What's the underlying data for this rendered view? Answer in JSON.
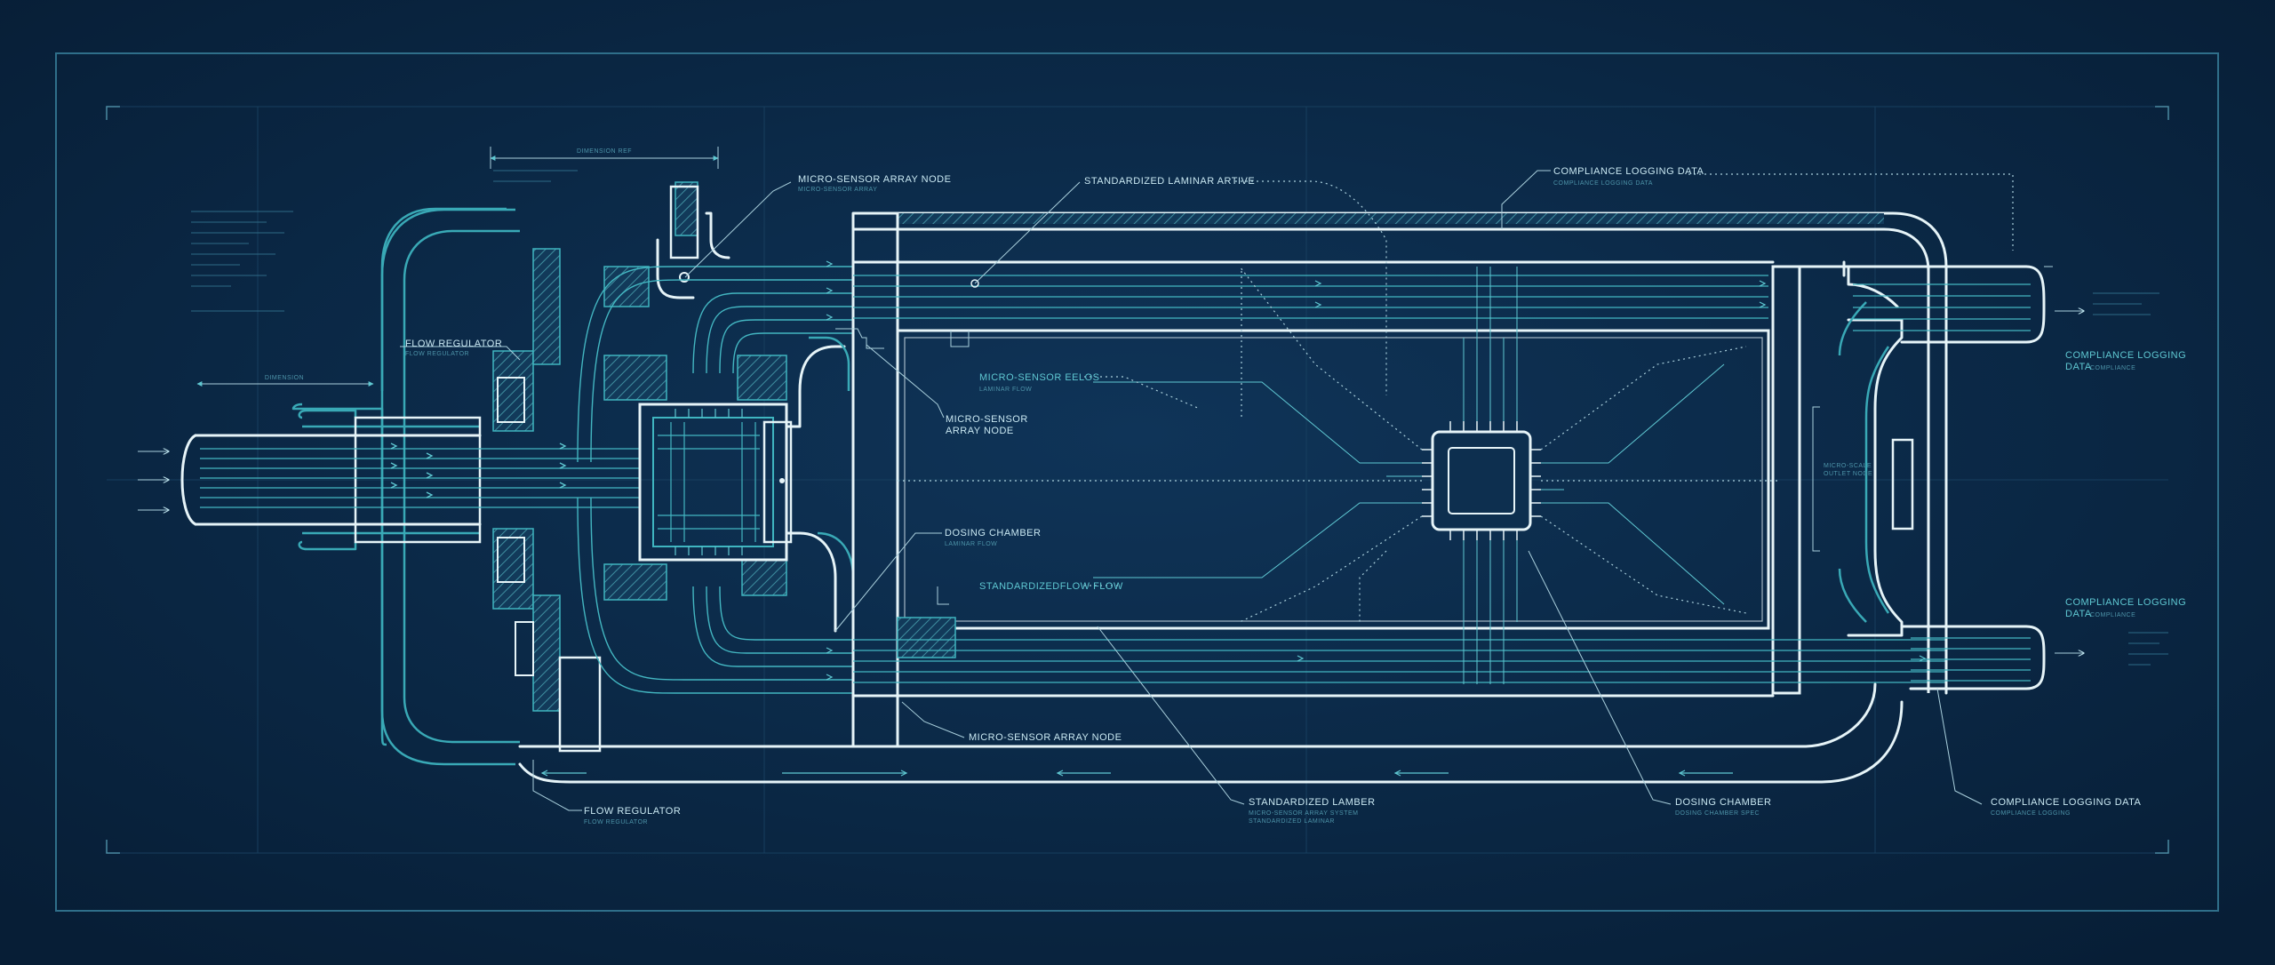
{
  "labels": {
    "micro_sensor_array_node_top": "MICRO-SENSOR ARRAY NODE",
    "micro_sensor_array_node_top_sub": "MICRO-SENSOR ARRAY",
    "standardized_laminar_artive": "STANDARDIZED LAMINAR ARTIVE",
    "compliance_logging_data_top": "COMPLIANCE LOGGING DATA",
    "compliance_logging_data_top_sub": "COMPLIANCE LOGGING DATA",
    "flow_regulator_left": "FLOW REGULATOR",
    "flow_regulator_left_sub": "FLOW REGULATOR",
    "micro_sensor_eelos": "MICRO-SENSOR EELOS",
    "micro_sensor_eelos_sub": "LAMINAR FLOW",
    "micro_sensor_array_node_mid_line1": "MICRO-SENSOR",
    "micro_sensor_array_node_mid_line2": "ARRAY NODE",
    "dosing_chamber_mid": "DOSING CHAMBER",
    "dosing_chamber_mid_sub": "LAMINAR FLOW",
    "standardized_flow": "STANDARDIZEDFLOW FLOW",
    "compliance_logging_data_right1_line1": "COMPLIANCE LOGGING",
    "compliance_logging_data_right1_line2": "DATA",
    "compliance_logging_data_right1_sub": "COMPLIANCE",
    "compliance_logging_data_right2_line1": "COMPLIANCE LOGGING",
    "compliance_logging_data_right2_line2": "DATA",
    "compliance_logging_data_right2_sub": "COMPLIANCE",
    "micro_sensor_array_node_bottom": "MICRO-SENSOR ARRAY NODE",
    "flow_regulator_bottom": "FLOW REGULATOR",
    "flow_regulator_bottom_sub": "FLOW REGULATOR",
    "standardized_lamber": "STANDARDIZED LAMBER",
    "standardized_lamber_sub1": "MICRO-SENSOR ARRAY SYSTEM",
    "standardized_lamber_sub2": "STANDARDIZED LAMINAR",
    "dosing_chamber_bottom": "DOSING CHAMBER",
    "dosing_chamber_bottom_sub": "DOSING CHAMBER SPEC",
    "compliance_logging_data_bottom": "COMPLIANCE LOGGING DATA",
    "compliance_logging_data_bottom_sub": "COMPLIANCE LOGGING",
    "outlet_annotation_line1": "MICRO-SCALE",
    "outlet_annotation_line2": "OUTLET NODE",
    "dimension_top": "DIMENSION REF",
    "dimension_left": "DIMENSION"
  },
  "colors": {
    "background": "#0b2a48",
    "line_white": "#e6f4f8",
    "line_teal": "#39a9b6",
    "label_text": "#c9e8f2",
    "sub_text": "#4d93a8"
  }
}
